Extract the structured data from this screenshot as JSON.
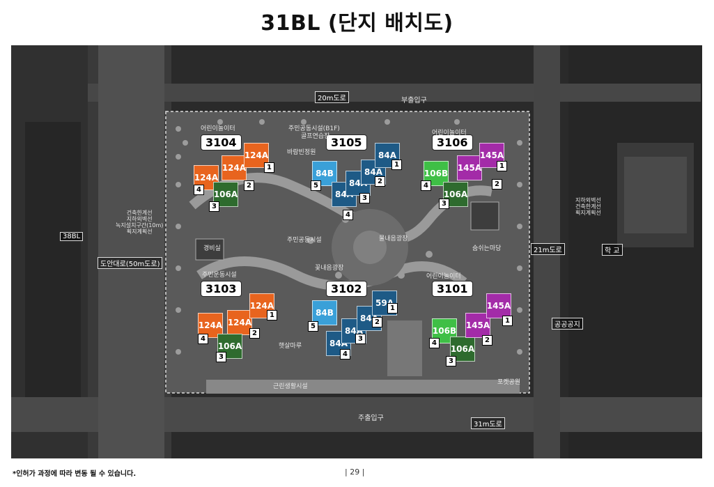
{
  "title": "31BL (단지 배치도)",
  "footnote": "*인허가 과정에 따라 변동 될 수 있습니다.",
  "page_number": "|  29  |",
  "colors": {
    "124A": "#e8641e",
    "106A": "#2e6b2e",
    "84A": "#1e5a86",
    "84B": "#3aa0d8",
    "59A": "#1e5a86",
    "145A": "#a32ba8",
    "106B": "#3fbf46"
  },
  "blocks": [
    {
      "label": "3104"
    },
    {
      "label": "3105"
    },
    {
      "label": "3106"
    },
    {
      "label": "3103"
    },
    {
      "label": "3102"
    },
    {
      "label": "3101"
    }
  ],
  "units": {
    "u124A": "124A",
    "u106A": "106A",
    "u84A": "84A",
    "u84B": "84B",
    "u59A": "59A",
    "u145A": "145A",
    "u106B": "106B"
  },
  "core_numbers": [
    "1",
    "2",
    "3",
    "4",
    "5"
  ],
  "roads": {
    "r20m": "20m도로",
    "r50m": "도안대로(50m도로)",
    "r21m": "21m도로",
    "r31m": "31m도로",
    "bl38": "38BL",
    "school": "학    교",
    "public": "공공공지"
  },
  "facilities": {
    "sub_entrance": "부출입구",
    "main_entrance": "주출입구",
    "community": "주민공동시설(B1F)",
    "golf": "골프연습장",
    "play_top": "어린이놀이터",
    "reading": "바람빈정원",
    "central_square": "물내음광장",
    "resident_facility": "주민공동시설",
    "square2": "꽃내음광장",
    "guard": "경비실",
    "kids_south": "어린이놀이터",
    "kids_north": "어린이놀이터",
    "neighborhood": "근린생활시설",
    "sunny_garden": "햇살마루",
    "zone_left": "건축한계선\n지하외벽선\n녹지설치구간(10m)\n획지계획선",
    "zone_right": "지하외벽선\n건축한계선\n획지계획선",
    "music": "숨쉬는마당",
    "green_left": "주민운동시설",
    "pocket": "포켓공원"
  }
}
